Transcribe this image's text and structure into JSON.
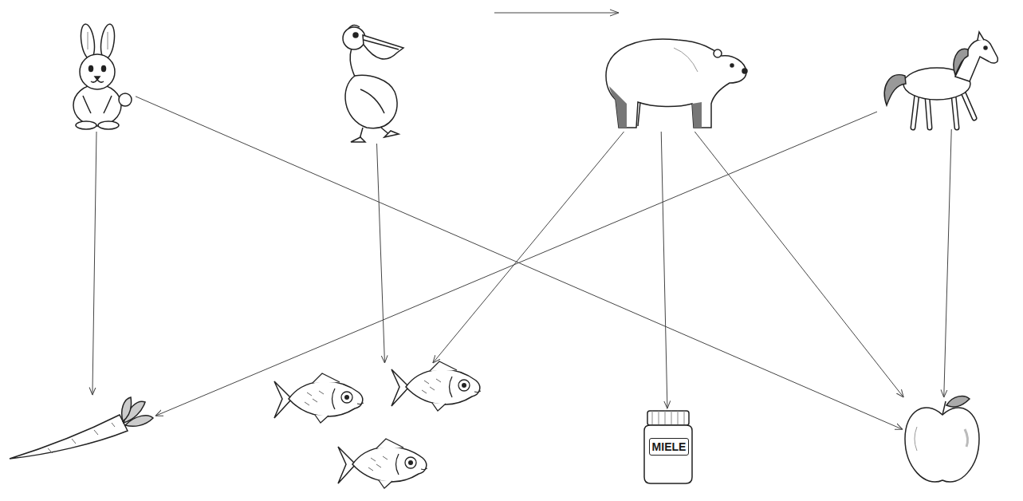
{
  "diagram": {
    "nodes": [
      {
        "text": []
      },
      {
        "text": []
      },
      {
        "text": []
      },
      {
        "text": []
      },
      {
        "text": []
      },
      {
        "text": []
      },
      {
        "text": [
          "MIELE"
        ]
      },
      {
        "text": []
      }
    ],
    "edges": [
      {
        "from": 0,
        "to": 4,
        "arrow": "to"
      },
      {
        "from": 0,
        "to": 7,
        "arrow": "to"
      },
      {
        "from": 1,
        "to": 5,
        "arrow": "to"
      },
      {
        "from": 2,
        "to": 5,
        "arrow": "to"
      },
      {
        "from": 2,
        "to": 6,
        "arrow": "to"
      },
      {
        "from": 2,
        "to": 7,
        "arrow": "to"
      },
      {
        "from": 3,
        "to": 4,
        "arrow": "to"
      },
      {
        "from": 3,
        "to": 7,
        "arrow": "to"
      }
    ]
  }
}
